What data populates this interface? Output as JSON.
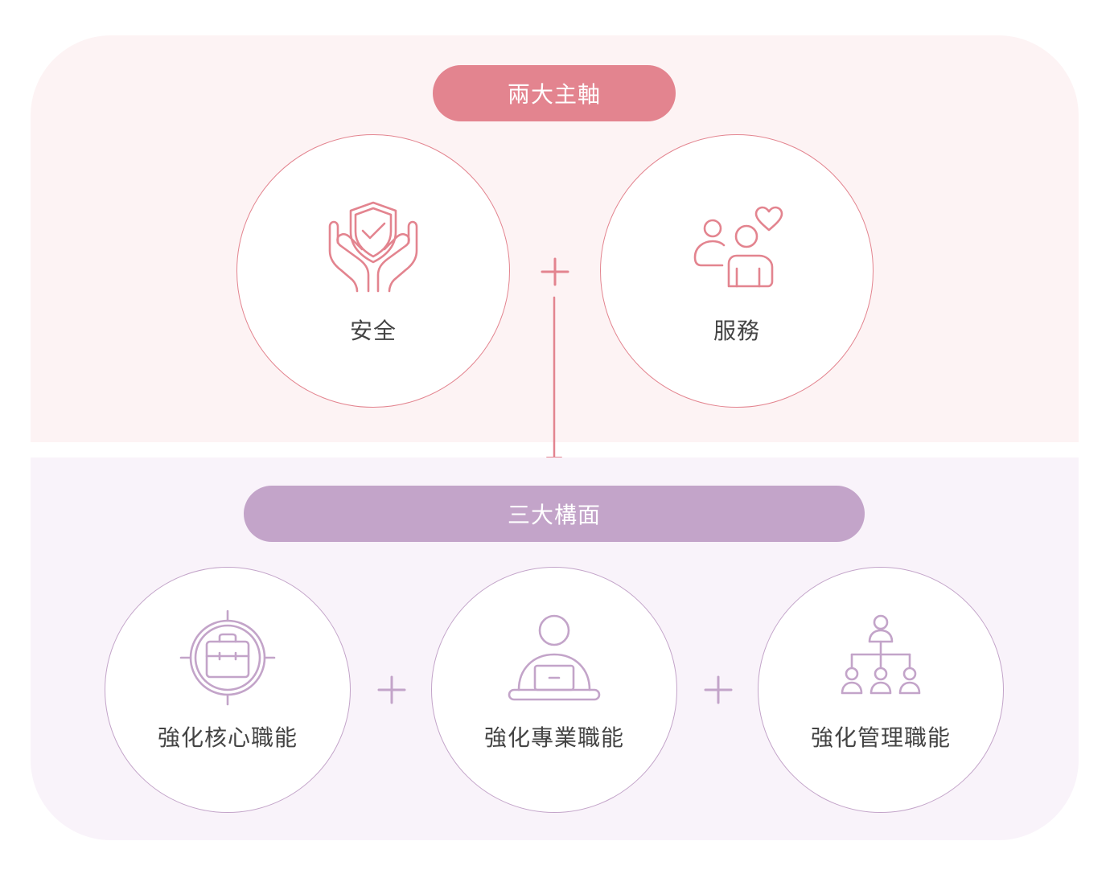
{
  "colors": {
    "top_panel_bg": "#fdf3f4",
    "bottom_panel_bg": "#f9f3fa",
    "pink_accent": "#e3848f",
    "purple_accent": "#c3a4c9",
    "text": "#444444"
  },
  "top_section": {
    "title": "兩大主軸",
    "items": [
      {
        "label": "安全",
        "icon": "shield-check-hands-icon"
      },
      {
        "label": "服務",
        "icon": "people-heart-icon"
      }
    ]
  },
  "bottom_section": {
    "title": "三大構面",
    "items": [
      {
        "label": "強化核心職能",
        "icon": "briefcase-target-icon"
      },
      {
        "label": "強化專業職能",
        "icon": "person-laptop-icon"
      },
      {
        "label": "強化管理職能",
        "icon": "org-chart-icon"
      }
    ]
  }
}
